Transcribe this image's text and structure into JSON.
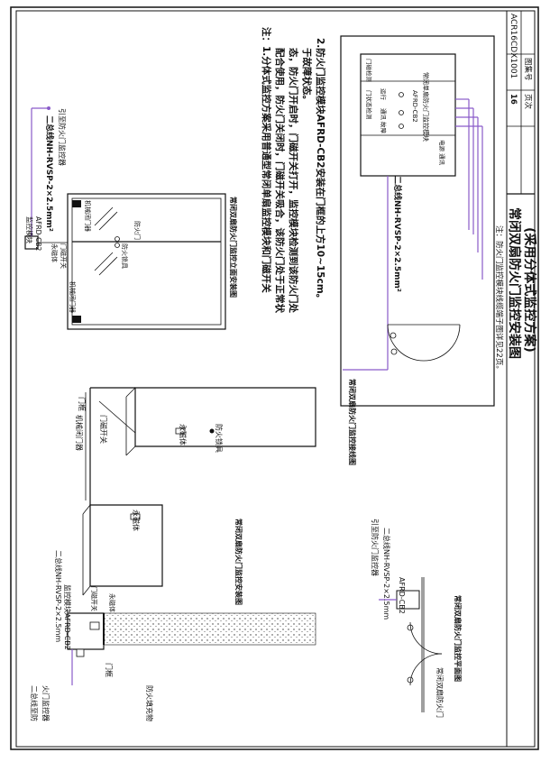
{
  "title_block": {
    "title_line1": "常闭双扇防火门监控安装图",
    "title_line2": "(采用分体式监控方案)",
    "atlas_label": "图集号",
    "atlas_value": "ACR16CDX1001",
    "page_label": "页次",
    "page_value": "16"
  },
  "bottom_note": "注：防火门监控模块线缆端子图详见22页。",
  "notes": {
    "line1": "注：1.分体式监控方案采用普通型常闭单扇监控模块和门磁开关",
    "line2": "配合使用，防火门关闭时，门磁开关吸合，该防火门处于正常状",
    "line3": "态，防火门开启时，门磁开关打开，监控模块检测到该防火门处",
    "line4": "于故障状态。",
    "line5": "2.防火门监控模块AFRD-CB2安装在门框的上方10~15cm。"
  },
  "elevation": {
    "caption": "常闭双扇防火门监控立面安装图",
    "cable": "二总线NH-RVSP-2×2.5mm²",
    "cable_dest": "引至防火门监控器",
    "module_a": "监控模块",
    "module_b": "AFRD-CB2",
    "mech_closer_l": "机械闭门器",
    "mech_closer_r": "机械闭门器",
    "magnet": "永磁体",
    "door_magnet": "门磁开关",
    "fire_door": "防火门",
    "handle": "防火锁具"
  },
  "wiring": {
    "caption": "常闭双扇防火门监控接线图",
    "cable": "二总线NH-RVSP-2×2.5mm²",
    "module_title1": "AFRD-CB2",
    "module_title2": "常闭单扇防火门监控模块",
    "term_run": "运行",
    "term_comm": "通讯",
    "term_fault": "故障",
    "term_door": "门磁检测",
    "term_door_status": "门状态检测",
    "term_power": "电源 通讯"
  },
  "iso": {
    "caption": "常闭双扇防火门监控安装图",
    "frame": "门框",
    "closer": "机械闭门器",
    "door_magnet": "门磁开关",
    "magnet1": "永磁体",
    "magnet2": "永磁体",
    "lock": "防火锁具"
  },
  "section": {
    "cable": "二总线NH-RVSP-2×2.5mm",
    "module": "监控模块AFRD-CB2",
    "door_magnet": "门磁开关",
    "magnet": "永磁体",
    "to_monitor1": "二总线至防",
    "to_monitor2": "火门监控器",
    "frame": "门框",
    "fill": "防火填充物"
  },
  "plan": {
    "caption": "常闭双扇防火门监控平面图",
    "dest": "引至防火门监控器",
    "cable": "二总线NH-RVSP-2×2.5mm",
    "module": "AFRD-CB2",
    "door": "常闭双扇防火门"
  }
}
